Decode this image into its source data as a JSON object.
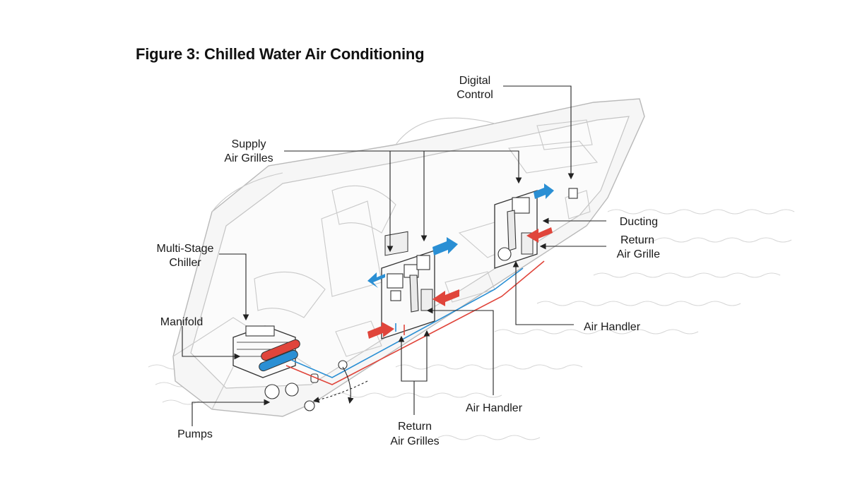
{
  "title": "Figure 3: Chilled Water Air Conditioning",
  "labels": {
    "digital_control": [
      "Digital",
      "Control"
    ],
    "supply_air_grilles": [
      "Supply",
      "Air Grilles"
    ],
    "ducting": "Ducting",
    "return_air_grille": [
      "Return",
      "Air Grille"
    ],
    "multi_stage_chiller": [
      "Multi-Stage",
      "Chiller"
    ],
    "manifold": "Manifold",
    "air_handler_right": "Air Handler",
    "air_handler_center": "Air Handler",
    "pumps": "Pumps",
    "return_air_grilles": [
      "Return",
      "Air Grilles"
    ]
  },
  "colors": {
    "supply_air": "#2a8fd4",
    "return_air": "#e0453b",
    "outline": "#333333",
    "hull": "#f6f6f6"
  }
}
